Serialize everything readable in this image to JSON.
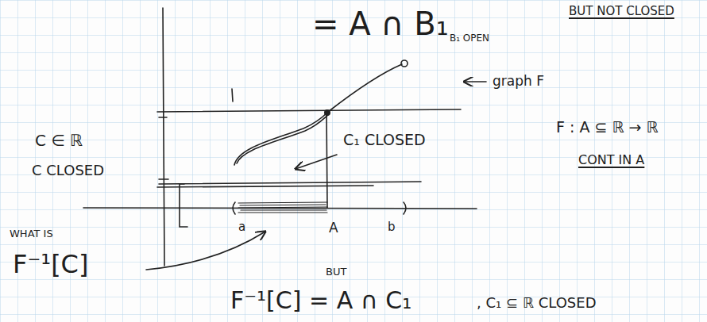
{
  "diagram": {
    "labels": [
      "= A ∩ B₁",
      "BUT NOT CLOSED",
      "B₁ OPEN",
      "graph F",
      "C ∈ ℝ",
      "C CLOSED",
      "C₁ CLOSED",
      "F : A ⊆ ℝ → ℝ",
      "CONT IN A",
      "WHAT IS",
      "F⁻¹[C]",
      "a",
      "A",
      "b",
      "BUT",
      "F⁻¹[C] = A ∩ C₁",
      ", C₁ ⊆ ℝ CLOSED"
    ]
  }
}
